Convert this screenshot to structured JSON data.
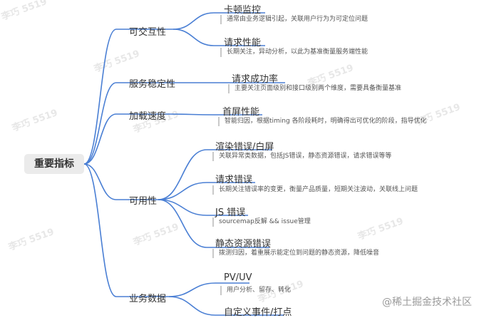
{
  "colors": {
    "line": "#4a7fd4",
    "root_bg": "#ebebeb",
    "desc_bar": "#c9c9c9"
  },
  "root": {
    "label": "重要指标"
  },
  "branches": [
    {
      "label": "可交互性"
    },
    {
      "label": "服务稳定性"
    },
    {
      "label": "加载速度"
    },
    {
      "label": "可用性"
    },
    {
      "label": "业务数据"
    }
  ],
  "leaves": [
    {
      "title": "卡顿监控",
      "desc": "通常由业务逻辑引起，关联用户行为为可定位问题"
    },
    {
      "title": "请求性能",
      "desc": "长期关注，异动分析，以此为基准衡量服务端性能"
    },
    {
      "title": "请求成功率",
      "desc": "主要关注页面级别和接口级别两个维度，需要具备衡量基准"
    },
    {
      "title": "首屏性能",
      "desc": "智能归因，根据timing 各阶段耗时，明确得出可优化的阶段，指导优化"
    },
    {
      "title": "渲染错误/白屏",
      "desc": "关联异常类数据，包括JS错误，静态资源错误，请求错误等等"
    },
    {
      "title": "请求错误",
      "desc": "长期关注错误率的变更，衡量产品质量，短期关注波动，关联线上问题"
    },
    {
      "title": "JS 错误",
      "desc": "sourcemap反解 && issue管理"
    },
    {
      "title": "静态资源错误",
      "desc": "拨测归因，着重展示能定位到问题的静态资源，降低噪音"
    },
    {
      "title": "PV/UV",
      "desc": "用户分析、留存、转化"
    },
    {
      "title": "自定义事件/打点",
      "desc": ""
    }
  ],
  "watermark": "李巧 5519",
  "footer": "@稀土掘金技术社区"
}
